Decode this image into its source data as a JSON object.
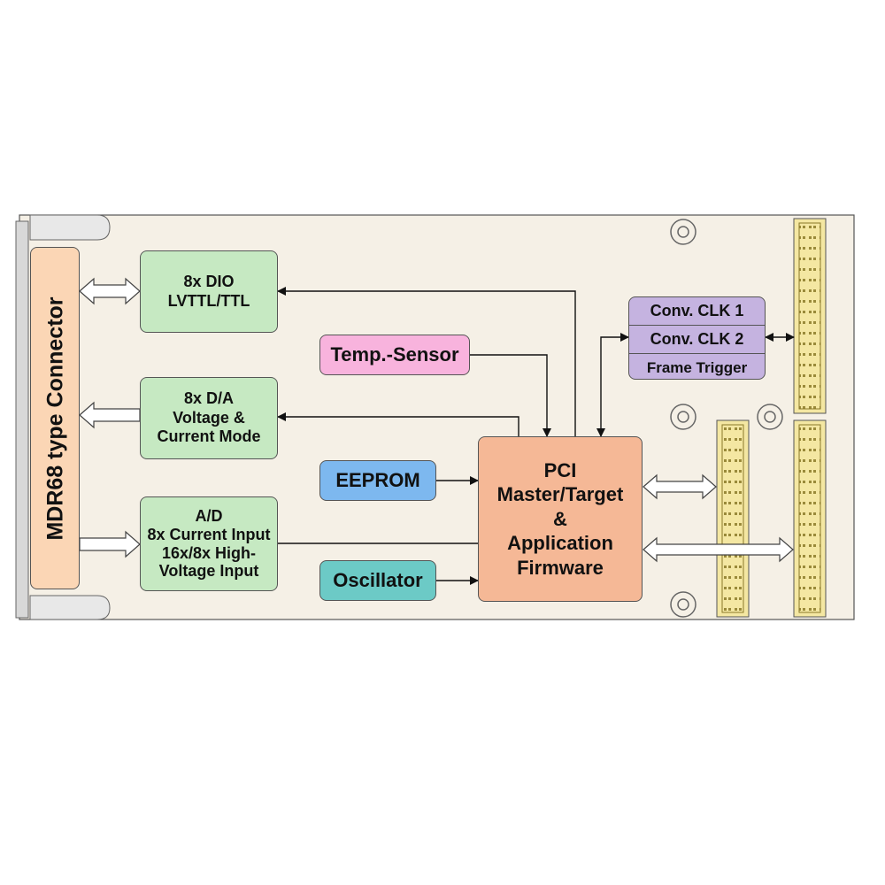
{
  "connector": {
    "label": "MDR68 type Connector"
  },
  "blocks": {
    "dio": [
      "8x DIO",
      "LVTTL/TTL"
    ],
    "da": [
      "8x D/A",
      "Voltage &",
      "Current Mode"
    ],
    "ad": [
      "A/D",
      "8x Current Input",
      "16x/8x High-",
      "Voltage Input"
    ],
    "temp": "Temp.-Sensor",
    "eeprom": "EEPROM",
    "osc": "Oscillator",
    "pci": [
      "PCI",
      "Master/Target",
      "&",
      "Application",
      "Firmware"
    ]
  },
  "clock": [
    "Conv. CLK 1",
    "Conv. CLK 2",
    "Frame Trigger"
  ],
  "colors": {
    "board": "#f5f0e6",
    "green": "#c6e9c2",
    "pink": "#f8b3dd",
    "blue": "#7db8ef",
    "teal": "#6ccac6",
    "orange": "#f5b896",
    "purple": "#c5b3e0",
    "connector": "#fbd6b5",
    "pcb_connector": "#f4e7a2"
  }
}
